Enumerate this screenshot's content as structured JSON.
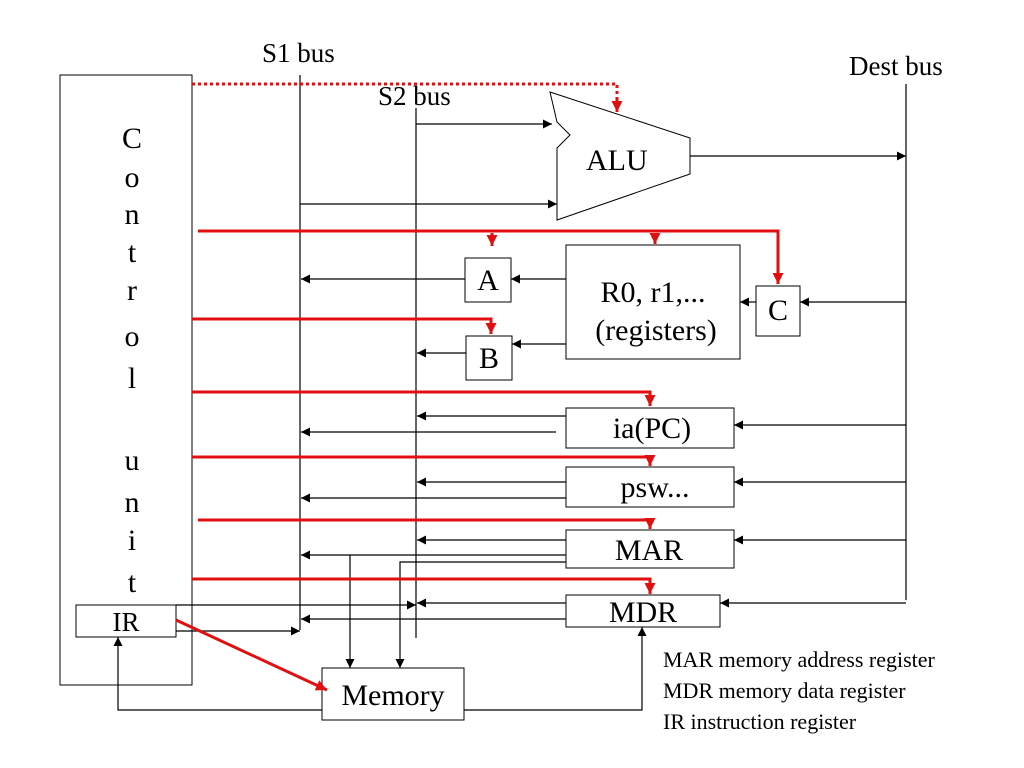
{
  "buses": {
    "s1": "S1 bus",
    "s2": "S2 bus",
    "dest": "Dest bus"
  },
  "control_unit": {
    "letters": [
      "C",
      "o",
      "n",
      "t",
      "r",
      "o",
      "l",
      "u",
      "n",
      "i",
      "t"
    ]
  },
  "units": {
    "alu": "ALU",
    "reg_a": "A",
    "reg_b": "B",
    "reg_c": "C",
    "regfile_line1": "R0, r1,...",
    "regfile_line2": "(registers)",
    "ia": "ia(PC)",
    "psw": "psw...",
    "mar": "MAR",
    "mdr": "MDR",
    "ir": "IR",
    "memory": "Memory"
  },
  "legend": [
    "MAR memory address register",
    "MDR memory data register",
    "IR instruction register"
  ],
  "colors": {
    "control_signal": "#e01010",
    "wire": "#000000"
  }
}
